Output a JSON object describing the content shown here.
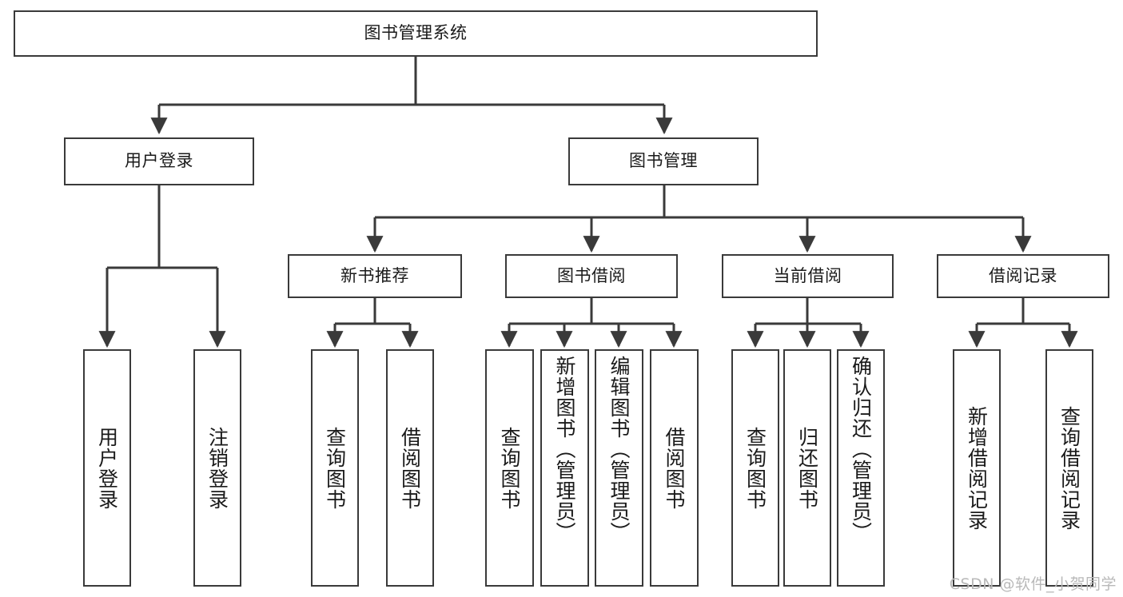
{
  "diagram": {
    "title": "图书管理系统",
    "type": "tree-hierarchy",
    "watermark": "CSDN @软件_小贺同学",
    "colors": {
      "border": "#3a3a3a",
      "background": "#ffffff",
      "text": "#1a1a1a",
      "watermark": "#b9b9b9"
    },
    "root": {
      "label": "图书管理系统"
    },
    "level2": [
      {
        "label": "用户登录"
      },
      {
        "label": "图书管理"
      }
    ],
    "level3": [
      {
        "label": "新书推荐"
      },
      {
        "label": "图书借阅"
      },
      {
        "label": "当前借阅"
      },
      {
        "label": "借阅记录"
      }
    ],
    "leaves": {
      "user_login": [
        {
          "label": "用户登录"
        },
        {
          "label": "注销登录"
        }
      ],
      "new_book_recommend": [
        {
          "label": "查询图书"
        },
        {
          "label": "借阅图书"
        }
      ],
      "book_borrow": [
        {
          "label": "查询图书"
        },
        {
          "label": "新增图书（管理员）"
        },
        {
          "label": "编辑图书（管理员）"
        },
        {
          "label": "借阅图书"
        }
      ],
      "current_borrow": [
        {
          "label": "查询图书"
        },
        {
          "label": "归还图书"
        },
        {
          "label": "确认归还（管理员）"
        }
      ],
      "borrow_records": [
        {
          "label": "新增借阅记录"
        },
        {
          "label": "查询借阅记录"
        }
      ]
    }
  }
}
